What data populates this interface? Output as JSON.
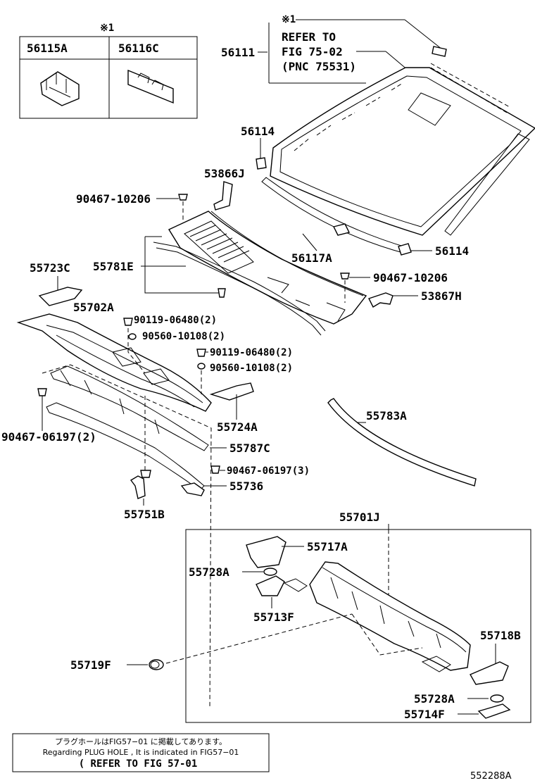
{
  "legend_table": {
    "mark": "※1",
    "col1": "56115A",
    "col2": "56116C"
  },
  "refer_box": {
    "mark": "※1",
    "line1": "REFER TO",
    "line2": "FIG 75-02",
    "line3": "(PNC 75531)"
  },
  "labels": {
    "l56111": "56111",
    "l56114a": "56114",
    "l53866J": "53866J",
    "l90467_10206a": "90467-10206",
    "l55723C": "55723C",
    "l55781E": "55781E",
    "l56117A": "56117A",
    "l56114b": "56114",
    "l90467_10206b": "90467-10206",
    "l53867H": "53867H",
    "l55702A": "55702A",
    "l90119a": "90119-06480(2)",
    "l90560a": "90560-10108(2)",
    "l90119b": "90119-06480(2)",
    "l90560b": "90560-10108(2)",
    "l55724A": "55724A",
    "l55783A": "55783A",
    "l90467_06197_2": "90467-06197(2)",
    "l55787C": "55787C",
    "l90467_06197_3": "90467-06197(3)",
    "l55736": "55736",
    "l55751B": "55751B",
    "l55701J": "55701J",
    "l55717A": "55717A",
    "l55728A_a": "55728A",
    "l55713F": "55713F",
    "l55718B": "55718B",
    "l55719F": "55719F",
    "l55728A_b": "55728A",
    "l55714F": "55714F"
  },
  "footer_note": {
    "line_jp": "プラグホールはFIG57−01 に掲載してあります。",
    "line_en": "Regarding PLUG HOLE , It is indicated in FIG57−01",
    "line_ref": "( REFER TO FIG 57-01"
  },
  "figure_id": "552288A"
}
